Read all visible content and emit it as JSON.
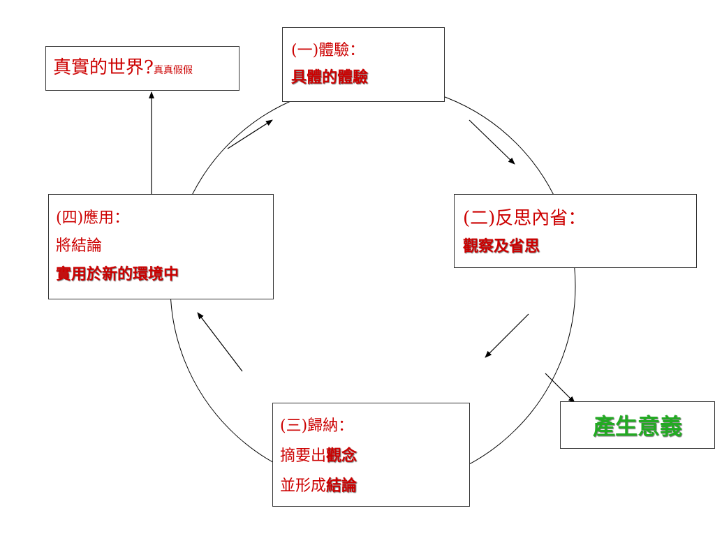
{
  "world_box": {
    "main": "真實的世界?",
    "sub": "真真假假"
  },
  "step1": {
    "title": "(一)體驗：",
    "emphasis": "具體的體驗"
  },
  "step2": {
    "title": "(二)反思內省：",
    "emphasis": "觀察及省思"
  },
  "step3": {
    "title": "(三)歸納：",
    "line2_plain": "摘要出",
    "line2_emph": "觀念",
    "line3_plain": "並形成",
    "line3_emph": "結論"
  },
  "step4": {
    "title": "(四)應用：",
    "line2": "將結論",
    "emphasis": "實用於新的環境中"
  },
  "meaning_box": {
    "label": "產生意義"
  },
  "colors": {
    "red": "#cc0000",
    "green": "#22aa22",
    "line": "#000000"
  }
}
